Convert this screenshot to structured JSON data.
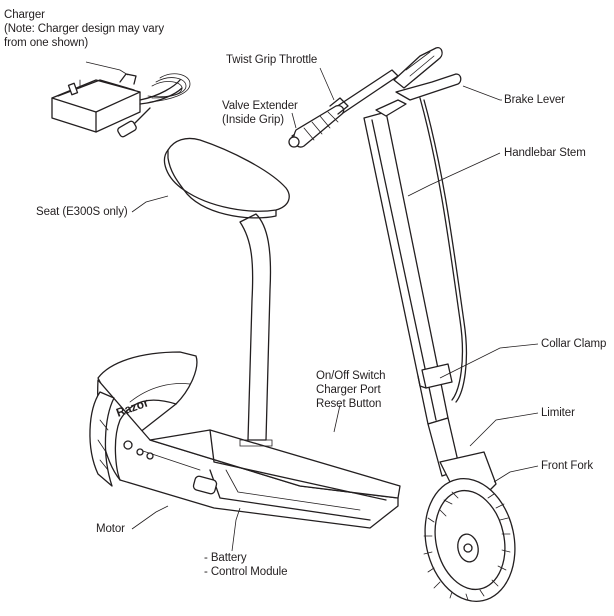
{
  "diagram": {
    "labels": {
      "charger": [
        "Charger",
        "(Note: Charger design may vary",
        "from one shown)"
      ],
      "twist_grip_throttle": "Twist Grip Throttle",
      "valve_extender": [
        "Valve Extender",
        "(Inside Grip)"
      ],
      "brake_lever": "Brake Lever",
      "handlebar_stem": "Handlebar Stem",
      "seat": "Seat (E300S only)",
      "collar_clamp": "Collar Clamp",
      "switch_group": [
        "On/Off Switch",
        "Charger Port",
        "Reset Button"
      ],
      "limiter": "Limiter",
      "front_fork": "Front Fork",
      "motor": "Motor",
      "battery_group": [
        "- Battery",
        "- Control Module"
      ]
    },
    "deck_brand": "Razor",
    "line_color": "#231f20",
    "background": "#ffffff"
  }
}
